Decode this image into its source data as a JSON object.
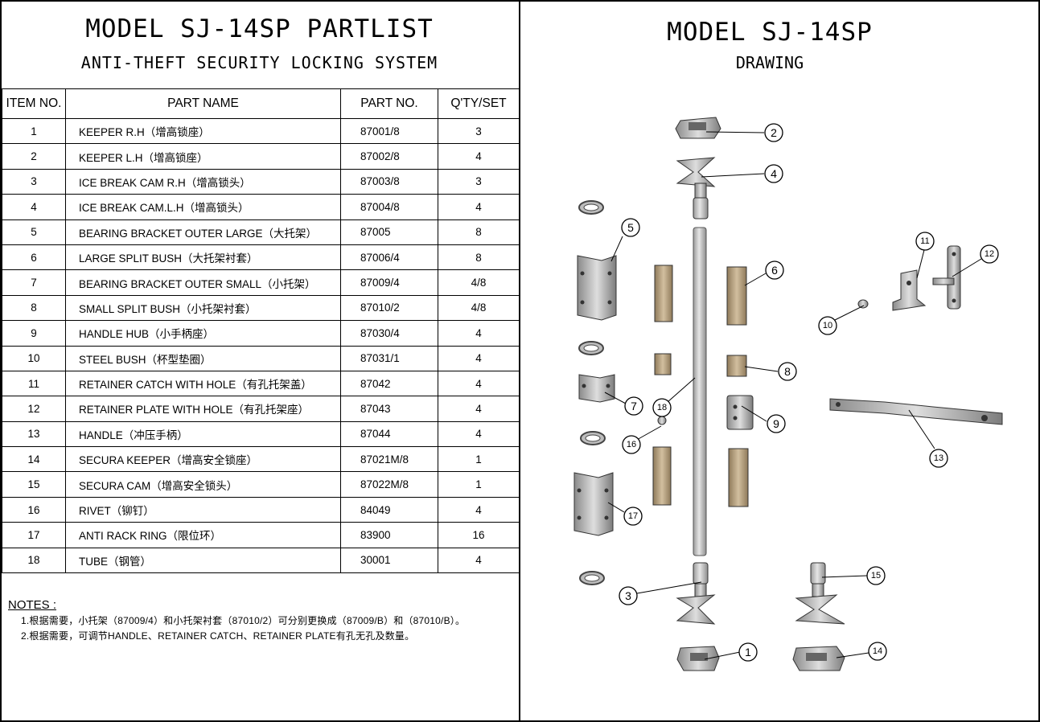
{
  "left": {
    "title": "MODEL SJ-14SP PARTLIST",
    "subtitle": "ANTI-THEFT  SECURITY LOCKING SYSTEM"
  },
  "right": {
    "title": "MODEL SJ-14SP",
    "subtitle": "DRAWING"
  },
  "table": {
    "headers": [
      "ITEM NO.",
      "PART NAME",
      "PART NO.",
      "Q'TY/SET"
    ],
    "rows": [
      {
        "item": "1",
        "name": "KEEPER R.H（增高锁座）",
        "part_no": "87001/8",
        "qty": "3"
      },
      {
        "item": "2",
        "name": "KEEPER L.H（增高锁座）",
        "part_no": "87002/8",
        "qty": "4"
      },
      {
        "item": "3",
        "name": "ICE BREAK CAM R.H（增高锁头）",
        "part_no": "87003/8",
        "qty": "3"
      },
      {
        "item": "4",
        "name": "ICE BREAK CAM.L.H（增高锁头）",
        "part_no": "87004/8",
        "qty": "4"
      },
      {
        "item": "5",
        "name": "BEARING BRACKET OUTER LARGE（大托架）",
        "part_no": "87005",
        "qty": "8"
      },
      {
        "item": "6",
        "name": "LARGE SPLIT BUSH（大托架衬套）",
        "part_no": "87006/4",
        "qty": "8"
      },
      {
        "item": "7",
        "name": "BEARING BRACKET OUTER SMALL（小托架）",
        "part_no": "87009/4",
        "qty": "4/8"
      },
      {
        "item": "8",
        "name": "SMALL SPLIT BUSH（小托架衬套）",
        "part_no": "87010/2",
        "qty": "4/8"
      },
      {
        "item": "9",
        "name": "HANDLE HUB（小手柄座）",
        "part_no": "87030/4",
        "qty": "4"
      },
      {
        "item": "10",
        "name": "STEEL BUSH（杯型垫圈）",
        "part_no": "87031/1",
        "qty": "4"
      },
      {
        "item": "11",
        "name": "RETAINER CATCH WITH HOLE（有孔托架盖）",
        "part_no": "87042",
        "qty": "4"
      },
      {
        "item": "12",
        "name": "RETAINER PLATE WITH HOLE（有孔托架座）",
        "part_no": "87043",
        "qty": "4"
      },
      {
        "item": "13",
        "name": "HANDLE（冲压手柄）",
        "part_no": "87044",
        "qty": "4"
      },
      {
        "item": "14",
        "name": "SECURA  KEEPER（增高安全锁座）",
        "part_no": "87021M/8",
        "qty": "1"
      },
      {
        "item": "15",
        "name": "SECURA  CAM（增高安全锁头）",
        "part_no": "87022M/8",
        "qty": "1"
      },
      {
        "item": "16",
        "name": "RIVET（铆钉）",
        "part_no": "84049",
        "qty": "4"
      },
      {
        "item": "17",
        "name": "ANTI RACK RING（限位环）",
        "part_no": "83900",
        "qty": "16"
      },
      {
        "item": "18",
        "name": "TUBE（钢管）",
        "part_no": "30001",
        "qty": "4"
      }
    ]
  },
  "notes": {
    "title": "NOTES :",
    "lines": [
      "1.根据需要，小托架（87009/4）和小托架衬套（87010/2）可分别更换成（87009/B）和（87010/B）。",
      "2.根据需要，可调节HANDLE、RETAINER CATCH、RETAINER PLATE有孔无孔及数量。"
    ]
  },
  "callouts": [
    "1",
    "2",
    "3",
    "4",
    "5",
    "6",
    "7",
    "8",
    "9",
    "10",
    "11",
    "12",
    "13",
    "14",
    "15",
    "16",
    "17",
    "18"
  ],
  "colors": {
    "bronze": "#b09a7a",
    "metal": "#c9c9c9",
    "metal_dark": "#8a8a8a"
  }
}
